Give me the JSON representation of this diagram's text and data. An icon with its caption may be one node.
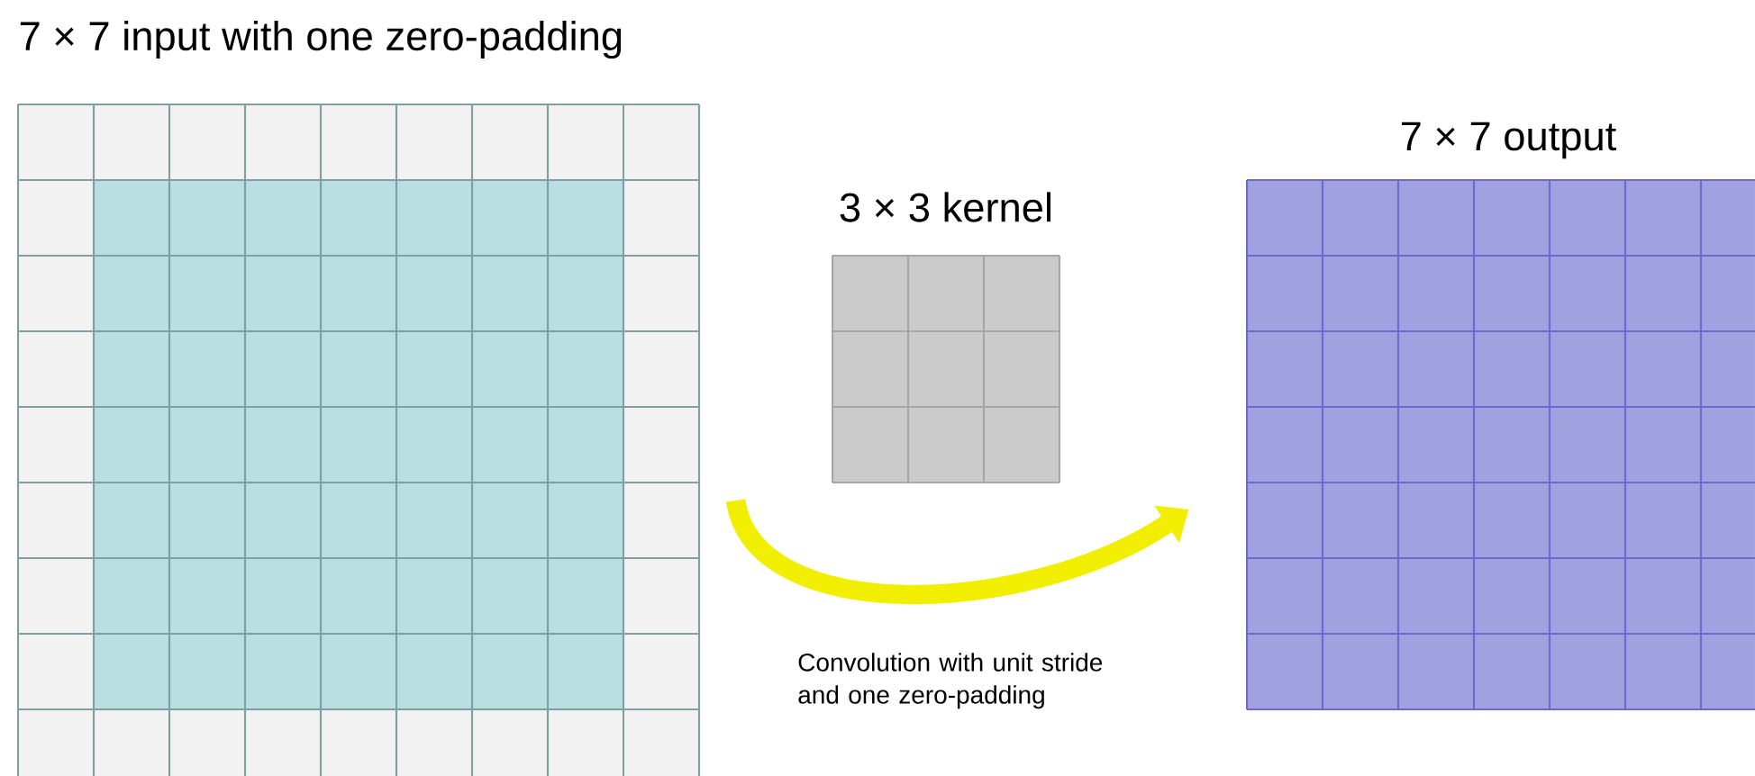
{
  "diagram": {
    "nodes": [
      {
        "text": [
          "7 × 7 input with one zero-padding"
        ]
      },
      {
        "text": [
          "3 × 3 kernel"
        ]
      },
      {
        "text": [
          "7 × 7 output"
        ]
      }
    ],
    "edges": [
      {
        "from": 0,
        "to": 2,
        "arrow": "to",
        "label": "Convolution with unit stride and one zero-padding"
      }
    ]
  }
}
